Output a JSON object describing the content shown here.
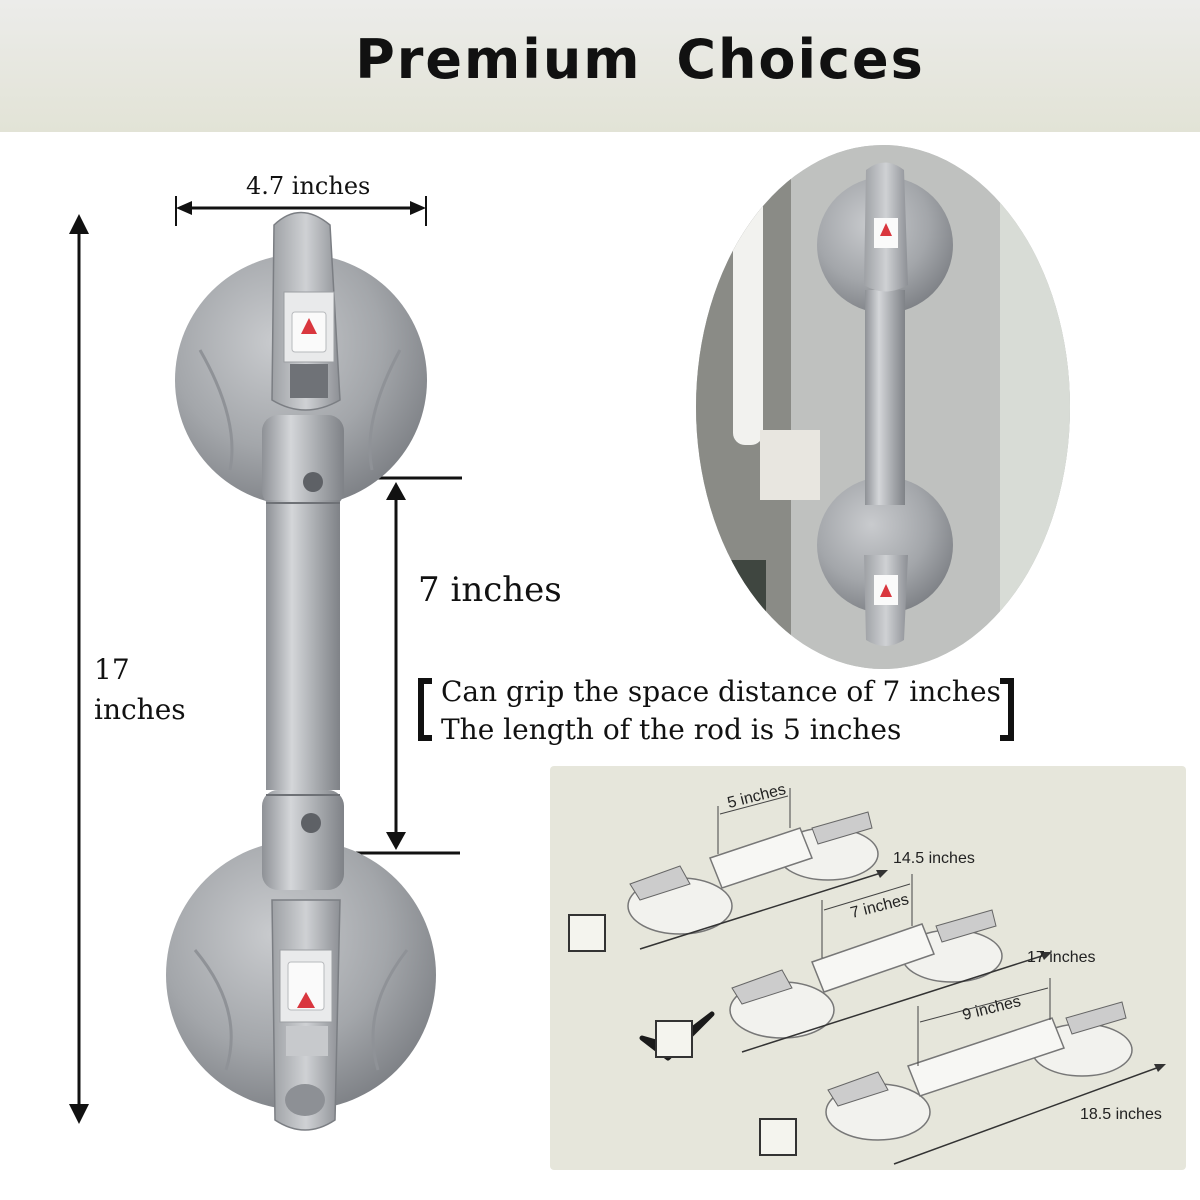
{
  "header": {
    "title": "Premium Choices"
  },
  "dimensions": {
    "width_label": "4.7 inches",
    "height_label_line1": "17",
    "height_label_line2": "inches",
    "grip_label": "7 inches"
  },
  "note": {
    "line1": "Can grip the space distance of 7 inches",
    "line2": "The length of the rod is 5 inches"
  },
  "options": [
    {
      "rod_label": "5  inches",
      "length_label": "14.5 inches",
      "checked": false
    },
    {
      "rod_label": "7  inches",
      "length_label": "17 inches",
      "checked": true
    },
    {
      "rod_label": "9  inches",
      "length_label": "18.5 inches",
      "checked": false
    }
  ],
  "colors": {
    "metal": "#a7a9ad",
    "metal_dark": "#7d8085",
    "panel": "#e6e6db",
    "warning_red": "#d9363e"
  }
}
